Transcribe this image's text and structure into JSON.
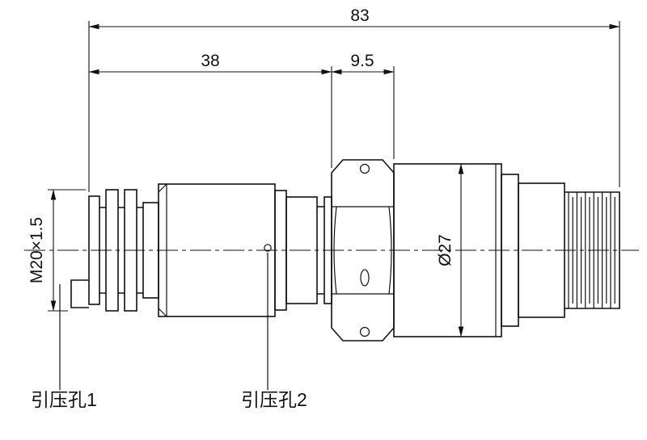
{
  "dims": {
    "overall": "83",
    "front_length": "38",
    "hex_length": "9.5",
    "thread_spec": "M20×1.5",
    "body_diameter": "Ø27"
  },
  "labels": {
    "port1": "引压孔1",
    "port2": "引压孔2"
  },
  "colors": {
    "line": "#111111",
    "background": "#ffffff"
  }
}
